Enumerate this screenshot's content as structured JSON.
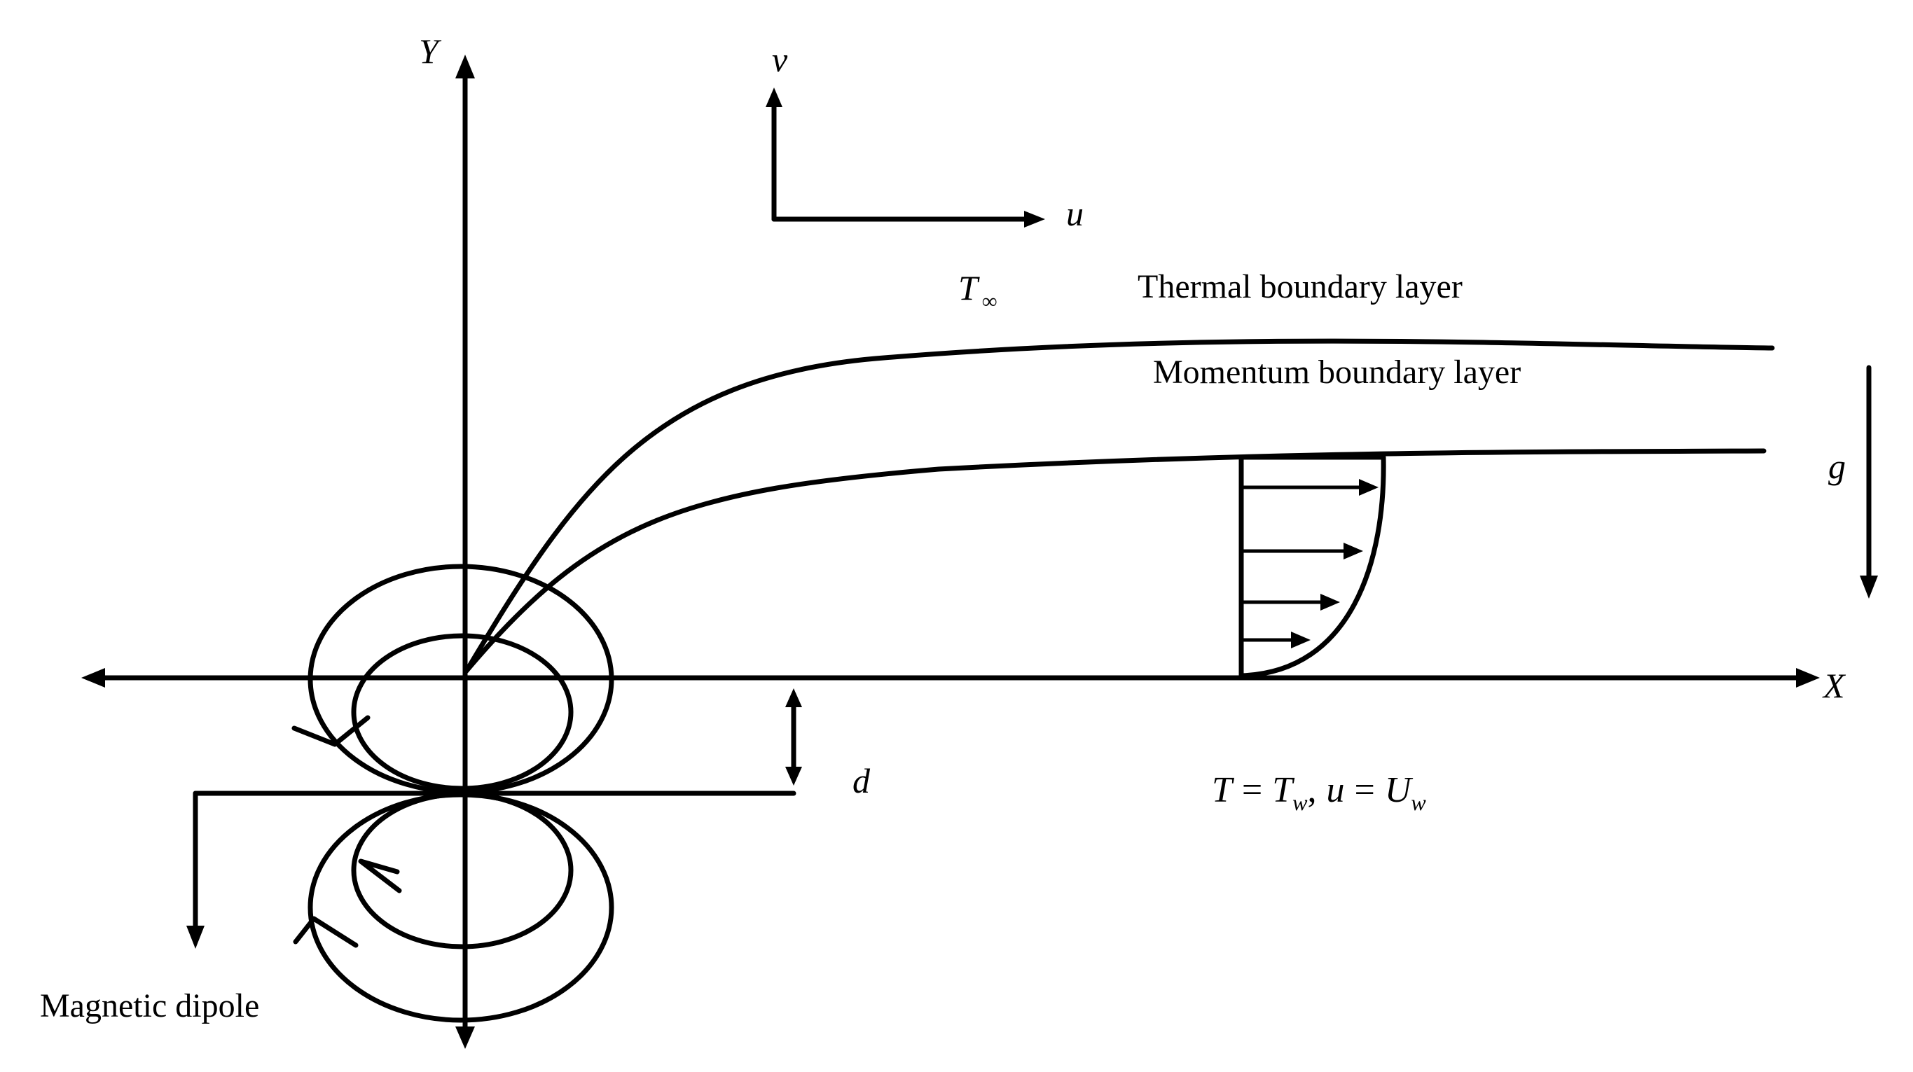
{
  "axes": {
    "x_label": "X",
    "y_label": "Y"
  },
  "velocity_frame": {
    "v_label": "v",
    "u_label": "u"
  },
  "free_stream": {
    "symbol": "T",
    "subscript": "∞"
  },
  "layers": {
    "thermal": "Thermal boundary layer",
    "momentum": "Momentum boundary layer"
  },
  "gravity_label": "g",
  "distance_label": "d",
  "wall_condition": {
    "T": "T",
    "eq1": "=",
    "Tw": "T",
    "w1": "w",
    "comma": ",",
    "u": "u",
    "eq2": "=",
    "Uw": "U",
    "w2": "w"
  },
  "dipole_label": "Magnetic dipole",
  "colors": {
    "ink": "#000000",
    "background": "#ffffff"
  }
}
